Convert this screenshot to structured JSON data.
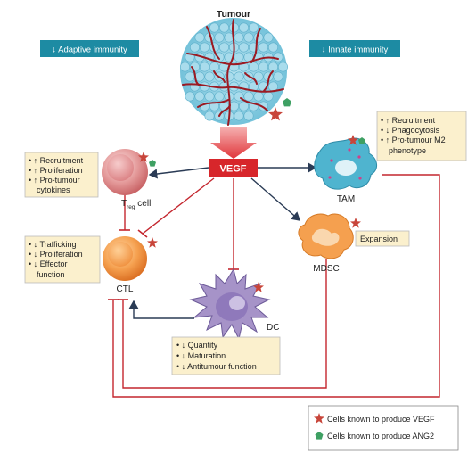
{
  "title": "Tumour",
  "banners": {
    "adaptive": "↓ Adaptive immunity",
    "innate": "↓ Innate immunity"
  },
  "center_label": "VEGF",
  "cells": {
    "treg": {
      "label_main": "T",
      "label_sub": "reg",
      "label_rest": " cell",
      "notes": [
        "• ↑ Recruitment",
        "• ↑ Proliferation",
        "• ↑ Pro-tumour",
        "cytokines"
      ]
    },
    "ctl": {
      "label": "CTL",
      "notes": [
        "• ↓ Trafficking",
        "• ↓ Proliferation",
        "• ↓ Effector",
        "function"
      ]
    },
    "dc": {
      "label": "DC",
      "notes": [
        "• ↓ Quantity",
        "• ↓ Maturation",
        "• ↓ Antitumour function"
      ]
    },
    "tam": {
      "label": "TAM",
      "notes": [
        "• ↑ Recruitment",
        "• ↓ Phagocytosis",
        "• ↑ Pro-tumour M2",
        "phenotype"
      ]
    },
    "mdsc": {
      "label": "MDSC",
      "note": "Expansion"
    }
  },
  "legend": {
    "vegf": "Cells known to produce VEGF",
    "ang2": "Cells known to produce ANG2"
  },
  "colors": {
    "banner": "#1d8ba3",
    "vegf_box": "#d7262b",
    "inhibit_line": "#c4262e",
    "arrow_dark": "#2a3b55",
    "note_fill": "#fbf0cd",
    "star": "#c8453a",
    "pentagon": "#3ea063",
    "tumour_cell": "#8fd0e3",
    "vessel": "#9b1a22"
  }
}
